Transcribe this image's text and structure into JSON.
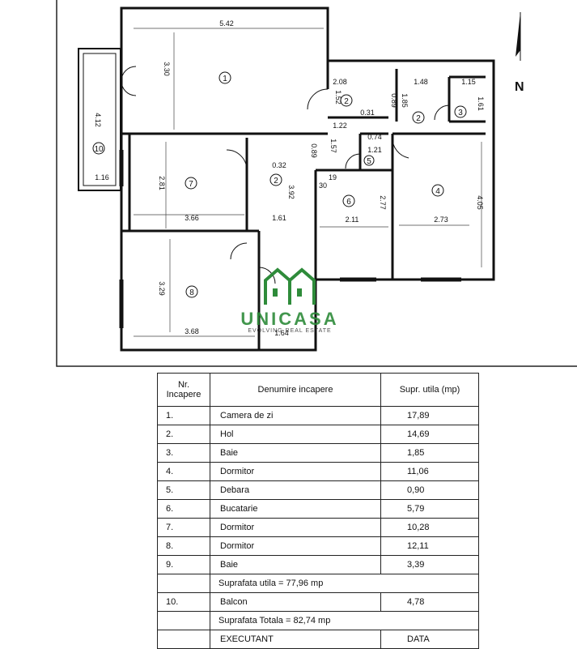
{
  "plan": {
    "north_label": "N",
    "rooms": [
      "1",
      "2",
      "2",
      "2",
      "3",
      "4",
      "5",
      "6",
      "7",
      "8",
      "10"
    ],
    "dimensions": [
      "5.42",
      "3.30",
      "4.12",
      "1.16",
      "2.08",
      "1.52",
      "0.31",
      "0.89",
      "1.48",
      "1.15",
      "1.61",
      "1.85",
      "1.22",
      "0.74",
      "1.57",
      "1.21",
      "0.89",
      "0.32",
      "2.81",
      "3.66",
      "3.92",
      "1.61",
      "30",
      "19",
      "2.77",
      "2.11",
      "4.05",
      "2.73",
      "3.29",
      "3.68",
      "1.64"
    ]
  },
  "watermark": {
    "brand": "UNICASA",
    "tagline": "EVOLVING REAL ESTATE"
  },
  "table": {
    "headers": [
      "Nr. Incapere",
      "Denumire incapere",
      "Supr. utila (mp)"
    ],
    "rows": [
      {
        "nr": "1.",
        "name": "Camera de zi",
        "area": "17,89"
      },
      {
        "nr": "2.",
        "name": "Hol",
        "area": "14,69"
      },
      {
        "nr": "3.",
        "name": "Baie",
        "area": "1,85"
      },
      {
        "nr": "4.",
        "name": "Dormitor",
        "area": "11,06"
      },
      {
        "nr": "5.",
        "name": "Debara",
        "area": "0,90"
      },
      {
        "nr": "6.",
        "name": "Bucatarie",
        "area": "5,79"
      },
      {
        "nr": "7.",
        "name": "Dormitor",
        "area": "10,28"
      },
      {
        "nr": "8.",
        "name": "Dormitor",
        "area": "12,11"
      },
      {
        "nr": "9.",
        "name": "Baie",
        "area": "3,39"
      }
    ],
    "subtotal": "Suprafata utila = 77,96 mp",
    "balcony": {
      "nr": "10.",
      "name": "Balcon",
      "area": "4,78"
    },
    "total": "Suprafata Totala = 82,74 mp",
    "footer_left": "EXECUTANT",
    "footer_right": "DATA"
  }
}
